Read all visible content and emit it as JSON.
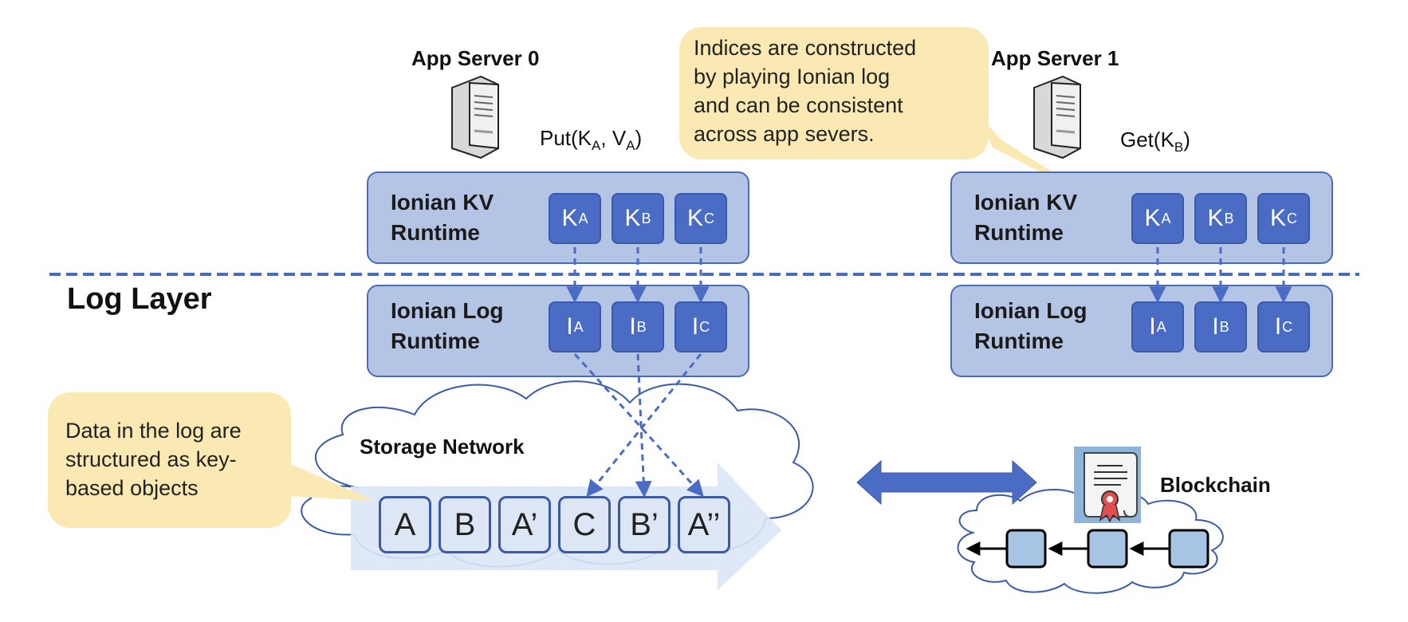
{
  "servers": {
    "server0": {
      "title": "App Server 0",
      "op_main": "Put(K",
      "op_sub1": "A",
      "op_mid": ", V",
      "op_sub2": "A",
      "op_end": ")"
    },
    "server1": {
      "title": "App Server 1",
      "op_main": "Get(K",
      "op_sub1": "B",
      "op_end": ")"
    }
  },
  "kv_runtime": {
    "line1": "Ionian KV",
    "line2": "Runtime"
  },
  "log_runtime": {
    "line1": "Ionian Log",
    "line2": "Runtime"
  },
  "keys": [
    {
      "base": "K",
      "sub": "A"
    },
    {
      "base": "K",
      "sub": "B"
    },
    {
      "base": "K",
      "sub": "C"
    }
  ],
  "indices": [
    {
      "base": "I",
      "sub": "A"
    },
    {
      "base": "I",
      "sub": "B"
    },
    {
      "base": "I",
      "sub": "C"
    }
  ],
  "log_layer_label": "Log Layer",
  "callouts": {
    "indices_note": [
      "Indices are constructed",
      "by playing Ionian log",
      "and can be consistent",
      "across app severs."
    ],
    "data_note": [
      "Data in the log are",
      "structured as key-",
      "based objects"
    ]
  },
  "storage": {
    "title": "Storage Network",
    "objects": [
      "A",
      "B",
      "A’",
      "C",
      "B’",
      "A’’"
    ]
  },
  "blockchain": {
    "title": "Blockchain"
  },
  "colors": {
    "box_fill": "#b4c4e4",
    "tile_fill": "#4a6cc4",
    "dash_line": "#4a6cb8",
    "callout_fill": "#fbe9b4",
    "chain_block": "#a8c4e4"
  },
  "icons": [
    "server-icon",
    "certificate-icon",
    "double-arrow-icon",
    "cloud-icon"
  ]
}
